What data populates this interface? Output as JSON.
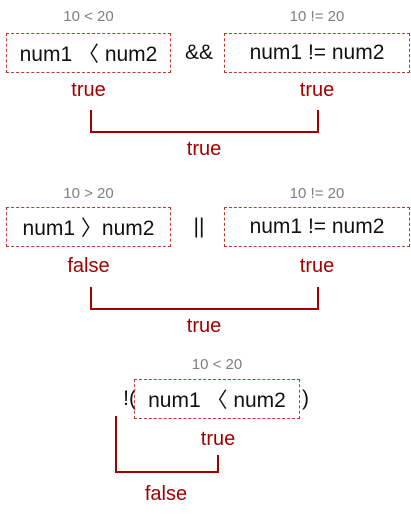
{
  "block1": {
    "left_hint": "10 < 20",
    "left_expr": "num1 〈 num2",
    "left_result": "true",
    "operator": "&&",
    "right_hint": "10 != 20",
    "right_expr": "num1 != num2",
    "right_result": "true",
    "combined_result": "true"
  },
  "block2": {
    "left_hint": "10 > 20",
    "left_expr": "num1 〉num2",
    "left_result": "false",
    "operator": "||",
    "right_hint": "10 != 20",
    "right_expr": "num1 != num2",
    "right_result": "true",
    "combined_result": "true"
  },
  "block3": {
    "hint": "10 < 20",
    "prefix": "!(",
    "expr": "num1 〈 num2",
    "suffix": ")",
    "inner_result": "true",
    "final_result": "false"
  },
  "colors": {
    "result": "#a40000",
    "box_border": "#c0392b",
    "hint": "#7f7f7f"
  }
}
